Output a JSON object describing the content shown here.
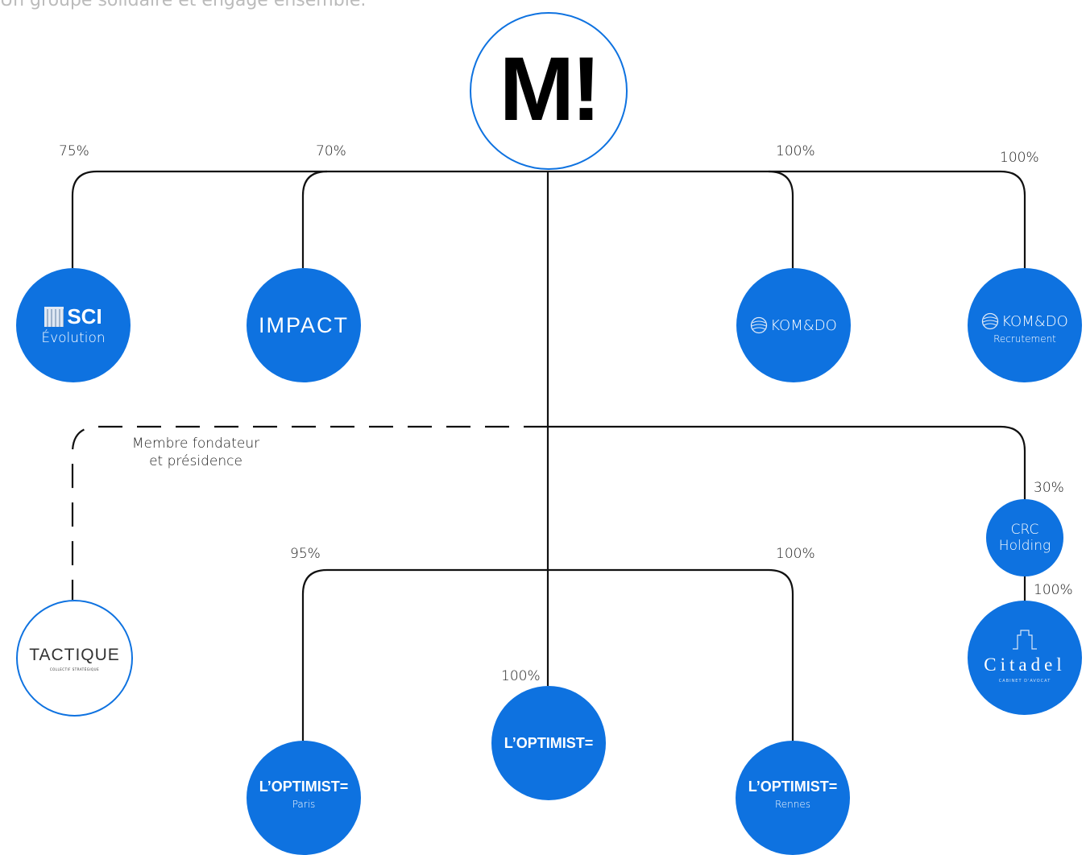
{
  "cropped_text": "Un groupe solidaire et engagé ensemble.",
  "root": {
    "logo": "M!"
  },
  "edges": {
    "sci": "75%",
    "impact": "70%",
    "komdo": "100%",
    "komdo_recrutement": "100%",
    "crc_holding": "30%",
    "citadel": "100%",
    "optimist_paris": "95%",
    "optimist_center": "100%",
    "optimist_rennes": "100%"
  },
  "dashed_note": {
    "line1": "Membre fondateur",
    "line2": "et présidence"
  },
  "nodes": {
    "sci": {
      "title": "SCI",
      "subtitle": "Évolution",
      "icon": "building-icon"
    },
    "impact": {
      "title": "IMPA",
      "title_ring": "C",
      "title_end": "T"
    },
    "komdo": {
      "title": "KOM&DO",
      "icon": "globe-icon"
    },
    "komdo_recrutement": {
      "title": "KOM&DO",
      "subtitle": "Recrutement",
      "icon": "globe-icon"
    },
    "crc_holding": {
      "line1": "CRC",
      "line2": "Holding"
    },
    "citadel": {
      "title": "Citadel",
      "subtitle": "CABINET D'AVOCAT",
      "icon": "columns-icon"
    },
    "tactique": {
      "title": "TACTIQUE",
      "subtitle": "COLLECTIF STRATÉGIQUE"
    },
    "optimist_paris": {
      "title": "L’OPTIMIST=",
      "subtitle": "Paris"
    },
    "optimist_center": {
      "title": "L’OPTIMIST="
    },
    "optimist_rennes": {
      "title": "L’OPTIMIST=",
      "subtitle": "Rennes"
    }
  },
  "colors": {
    "brand_blue": "#0e72e0",
    "line": "#111111",
    "white": "#ffffff"
  }
}
